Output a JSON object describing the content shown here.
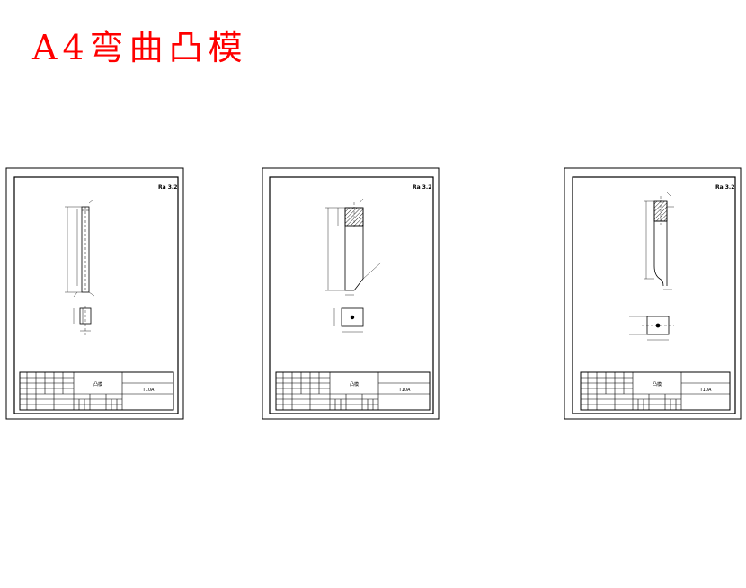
{
  "title": "A4弯曲凸模",
  "colors": {
    "title": "#ff0000",
    "line": "#000000",
    "hatch": "#000000"
  },
  "sheets": [
    {
      "roughness_note": "Ra 3.2",
      "part_name": "凸模",
      "material": "T10A"
    },
    {
      "roughness_note": "Ra 3.2",
      "part_name": "凸模",
      "material": "T10A"
    },
    {
      "roughness_note": "Ra 3.2",
      "part_name": "凸模",
      "material": "T10A"
    }
  ]
}
